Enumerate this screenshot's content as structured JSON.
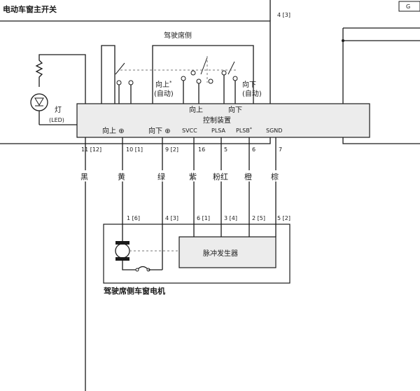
{
  "diagram": {
    "title": "电动车窗主开关",
    "driver_side_label": "驾驶席侧",
    "top_connector_pin": "4 [3]",
    "right_edge_label": "G",
    "lamp_label": "灯",
    "lamp_sub": "(LED)",
    "switch_up_label": "向上",
    "switch_up_star": "*",
    "switch_up_auto": "(自动)",
    "switch_down_label": "向下",
    "switch_down_auto": "(自动)",
    "control_unit": {
      "up_label": "向上",
      "down_label": "向下",
      "name": "控制装置",
      "term_up": "向上",
      "term_down": "向下",
      "plus_symbol": "⊕",
      "svcc": "SVCC",
      "plsa": "PLSA",
      "plsb": "PLSB",
      "plsb_star": "*",
      "sgnd": "SGND"
    },
    "switch_pins": [
      "11 [12]",
      "10 [1]",
      "9 [2]",
      "16",
      "5",
      "6",
      "7"
    ],
    "wire_colors": [
      "黑",
      "黄",
      "绿",
      "紫",
      "粉红",
      "橙",
      "棕"
    ],
    "motor_pins": [
      "1 [6]",
      "4 [3]",
      "6 [1]",
      "3 [4]",
      "2 [5]",
      "5 [2]"
    ],
    "pulse_generator": "脉冲发生器",
    "motor_label": "驾驶席侧车窗电机"
  }
}
